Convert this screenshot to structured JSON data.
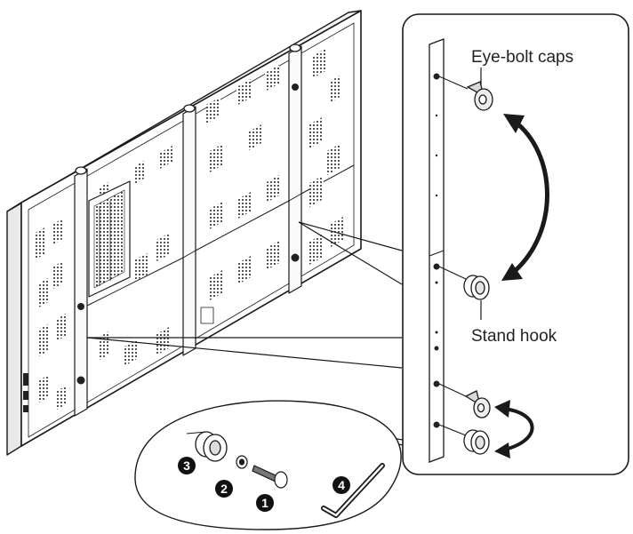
{
  "labels": {
    "eye_bolt_caps": "Eye-bolt caps",
    "stand_hook": "Stand hook"
  },
  "parts": [
    {
      "number": "1",
      "icon": "bolt-icon"
    },
    {
      "number": "2",
      "icon": "washer-icon"
    },
    {
      "number": "3",
      "icon": "stand-hook-icon"
    },
    {
      "number": "4",
      "icon": "hex-key-icon"
    }
  ],
  "colors": {
    "line": "#1a1a1a",
    "panel_fill": "#ffffff",
    "pattern": "#555555",
    "badge": "#111111"
  }
}
